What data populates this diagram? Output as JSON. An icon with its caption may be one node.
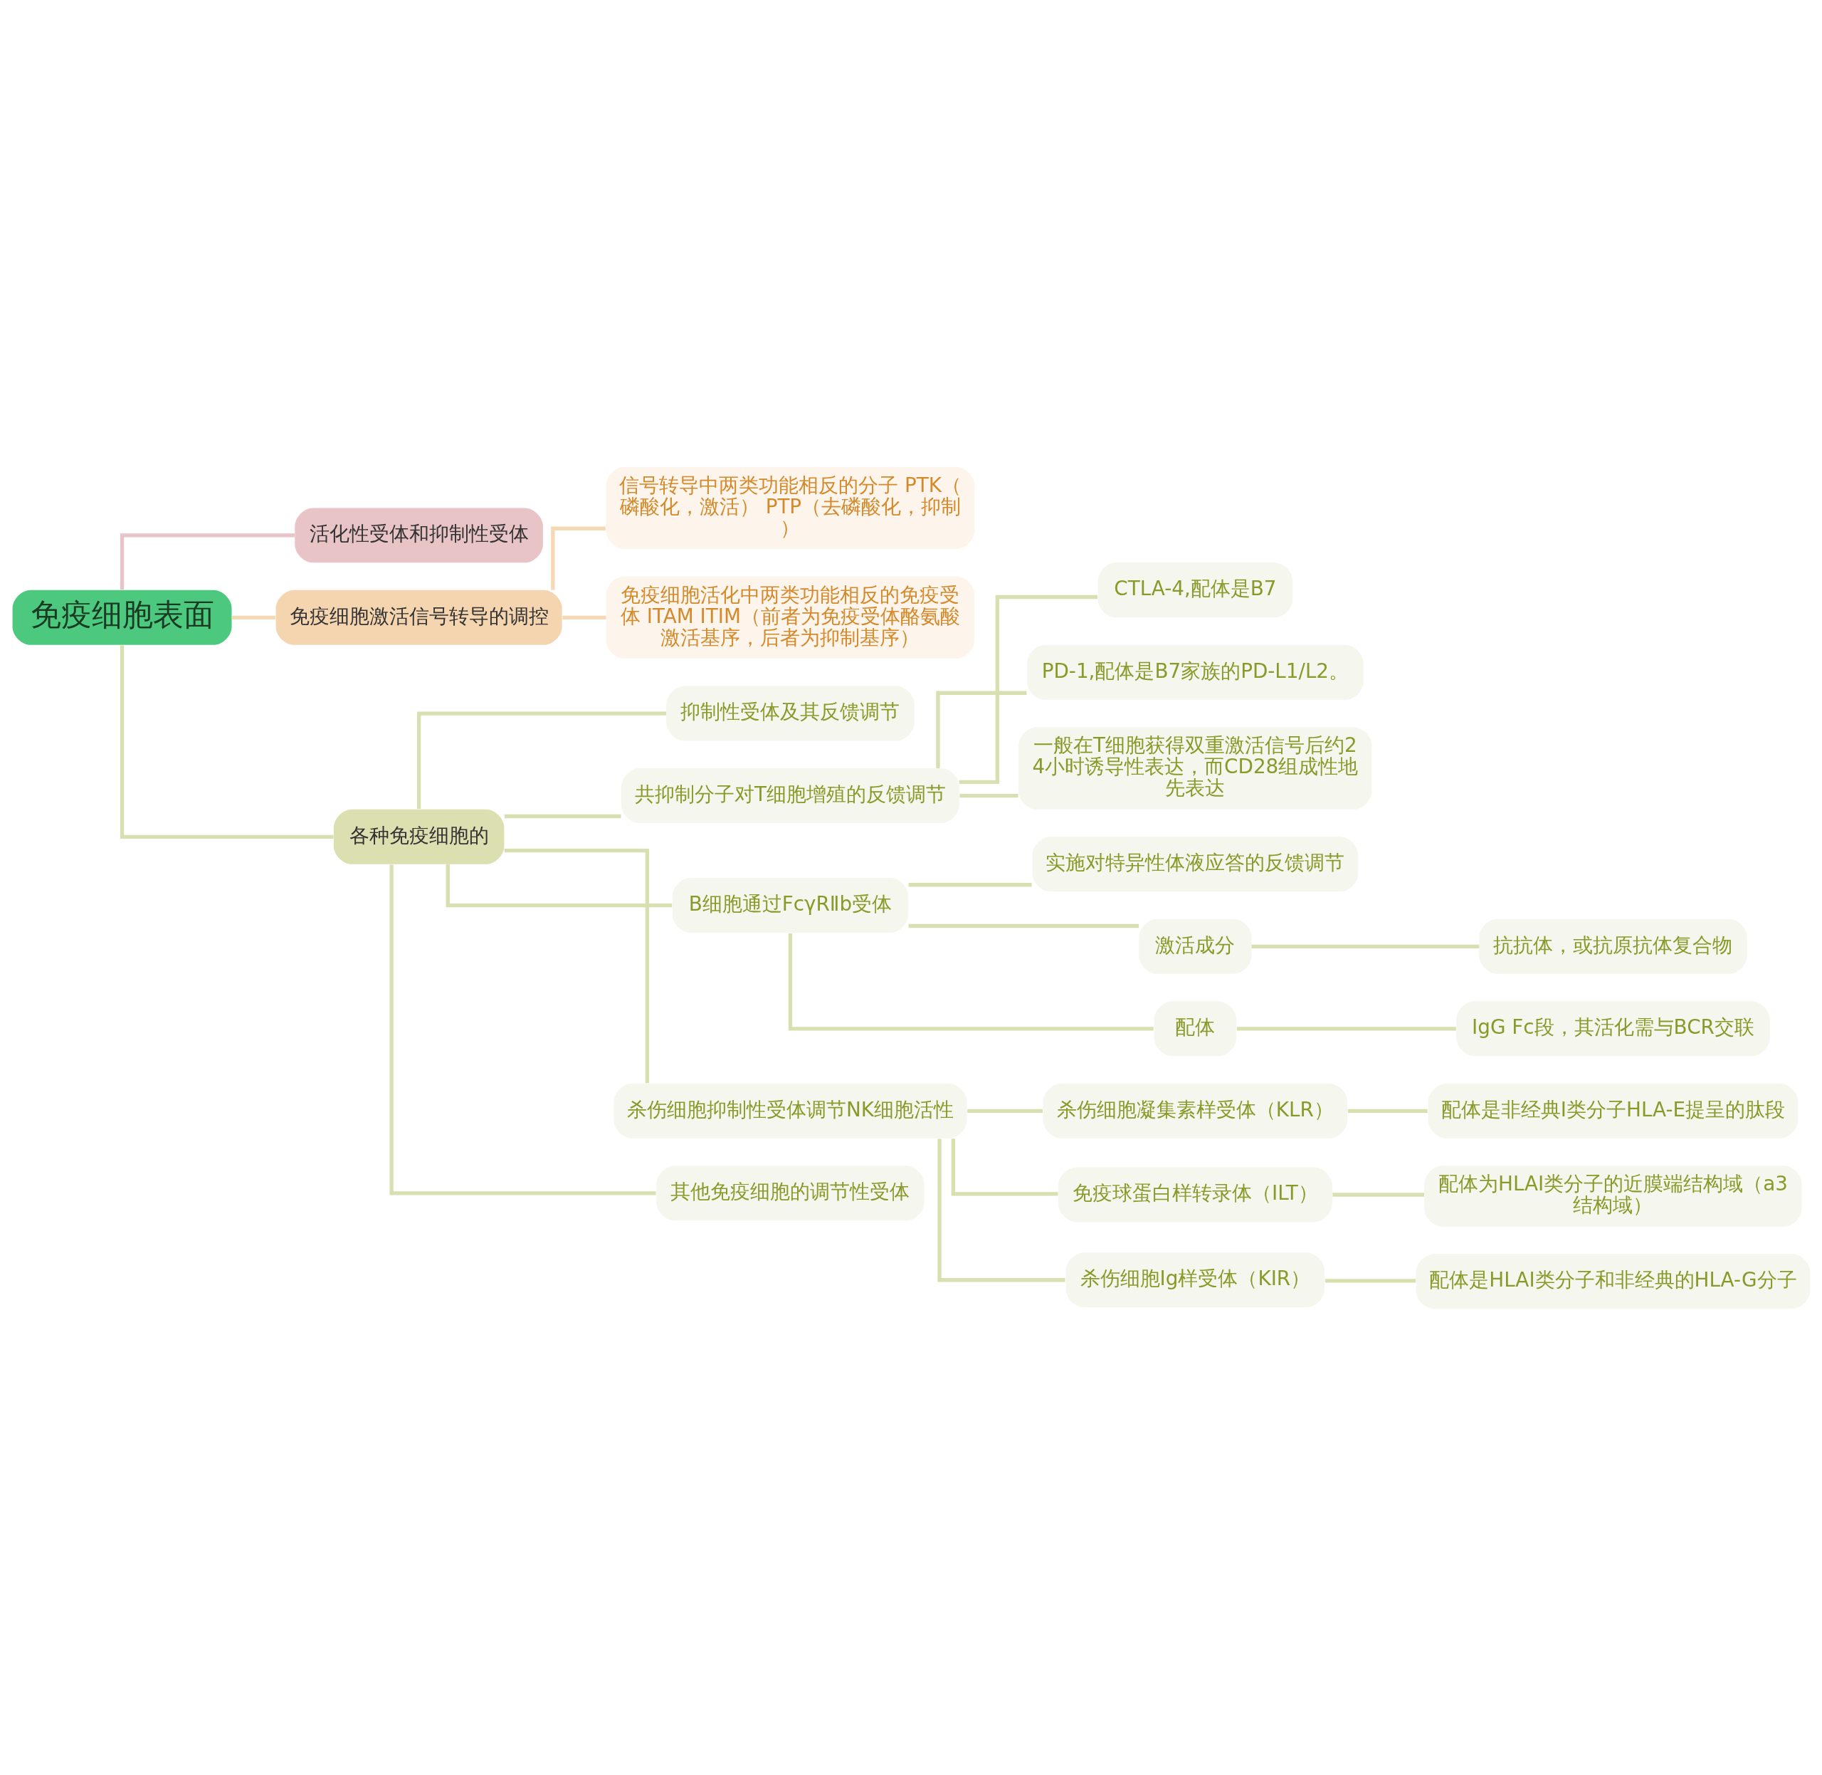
{
  "diagram": {
    "nodes": [
      {
        "text": [
          "免疫细胞表面"
        ]
      },
      {
        "text": [
          "活化性受体和抑制性受体"
        ]
      },
      {
        "text": [
          "免疫细胞激活信号转导的调控"
        ]
      },
      {
        "text": [
          "信号转导中两类功能相反的分子 PTK（磷酸化，激活） PTP（去磷酸化，抑制）"
        ]
      },
      {
        "text": [
          "免疫细胞活化中两类功能相反的免疫受体 ITAM ITIM（前者为免疫受体酪氨酸激活基序，后者为抑制基序）"
        ]
      },
      {
        "text": [
          "各种免疫细胞的"
        ]
      },
      {
        "text": [
          "抑制性受体及其反馈调节"
        ]
      },
      {
        "text": [
          "共抑制分子对T细胞增殖的反馈调节"
        ]
      },
      {
        "text": [
          "CTLA-4,配体是B7"
        ]
      },
      {
        "text": [
          "PD-1,配体是B7家族的PD-L1/L2。"
        ]
      },
      {
        "text": [
          "一般在T细胞获得双重激活信号后约24小时诱导性表达，而CD28组成性地先表达"
        ]
      },
      {
        "text": [
          "B细胞通过FcγRⅡb受体"
        ]
      },
      {
        "text": [
          "实施对特异性体液应答的反馈调节"
        ]
      },
      {
        "text": [
          "激活成分"
        ]
      },
      {
        "text": [
          "抗抗体，或抗原抗体复合物"
        ]
      },
      {
        "text": [
          "配体"
        ]
      },
      {
        "text": [
          "IgG Fc段，其活化需与BCR交联"
        ]
      },
      {
        "text": [
          "杀伤细胞抑制性受体调节NK细胞活性"
        ]
      },
      {
        "text": [
          "杀伤细胞凝集素样受体（KLR）"
        ]
      },
      {
        "text": [
          "配体是非经典Ⅰ类分子HLA-E提呈的肽段"
        ]
      },
      {
        "text": [
          "免疫球蛋白样转录体（ILT）"
        ]
      },
      {
        "text": [
          "配体为HLAⅠ类分子的近膜端结构域（a3结构域）"
        ]
      },
      {
        "text": [
          "杀伤细胞Ig样受体（KIR）"
        ]
      },
      {
        "text": [
          "配体是HLAⅠ类分子和非经典的HLA-G分子"
        ]
      },
      {
        "text": [
          "其他免疫细胞的调节性受体"
        ]
      }
    ],
    "edges": [
      {
        "from": 0,
        "to": 1,
        "arrow": "none",
        "color": "#e8c4c8"
      },
      {
        "from": 0,
        "to": 2,
        "arrow": "none",
        "color": "#f5d9b5"
      },
      {
        "from": 2,
        "to": 3,
        "arrow": "none",
        "color": "#f5d9b5"
      },
      {
        "from": 2,
        "to": 4,
        "arrow": "none",
        "color": "#f5d9b5"
      },
      {
        "from": 0,
        "to": 5,
        "arrow": "none"
      },
      {
        "from": 5,
        "to": 6,
        "arrow": "none"
      },
      {
        "from": 5,
        "to": 7,
        "arrow": "none"
      },
      {
        "from": 7,
        "to": 8,
        "arrow": "none"
      },
      {
        "from": 7,
        "to": 9,
        "arrow": "none"
      },
      {
        "from": 7,
        "to": 10,
        "arrow": "none"
      },
      {
        "from": 5,
        "to": 11,
        "arrow": "none"
      },
      {
        "from": 11,
        "to": 12,
        "arrow": "none"
      },
      {
        "from": 11,
        "to": 13,
        "arrow": "none"
      },
      {
        "from": 13,
        "to": 14,
        "arrow": "none"
      },
      {
        "from": 11,
        "to": 15,
        "arrow": "none"
      },
      {
        "from": 15,
        "to": 16,
        "arrow": "none"
      },
      {
        "from": 5,
        "to": 17,
        "arrow": "none"
      },
      {
        "from": 17,
        "to": 18,
        "arrow": "none"
      },
      {
        "from": 18,
        "to": 19,
        "arrow": "none"
      },
      {
        "from": 17,
        "to": 20,
        "arrow": "none"
      },
      {
        "from": 20,
        "to": 21,
        "arrow": "none"
      },
      {
        "from": 17,
        "to": 22,
        "arrow": "none"
      },
      {
        "from": 22,
        "to": 23,
        "arrow": "none"
      },
      {
        "from": 5,
        "to": 24,
        "arrow": "none"
      }
    ]
  }
}
